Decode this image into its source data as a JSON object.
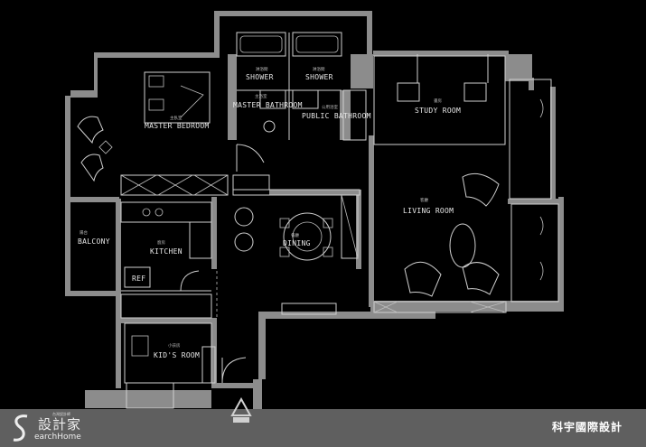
{
  "rooms": {
    "master_bedroom": "MASTER BEDROOM",
    "master_bathroom": "MASTER BATHROOM",
    "shower_1": "SHOWER",
    "shower_2": "SHOWER",
    "public_bathroom": "PUBLIC BATHROOM",
    "study_room": "STUDY ROOM",
    "living_room": "LIVING ROOM",
    "balcony": "BALCONY",
    "kitchen": "KITCHEN",
    "ref": "REF",
    "dining": "DINING",
    "kids_room": "KID'S ROOM"
  },
  "rooms_zh": {
    "master_bedroom": "主臥室",
    "master_bathroom": "主浴室",
    "shower_1": "淋浴間",
    "shower_2": "淋浴間",
    "public_bathroom": "公用浴室",
    "study_room": "書房",
    "living_room": "客廳",
    "balcony": "陽台",
    "kitchen": "廚房",
    "dining": "餐廳",
    "kids_room": "小孩房"
  },
  "footer": {
    "logo_text": "設計家",
    "logo_sub": "earchHome",
    "logo_letter": "S",
    "logo_tiny": "台灣設計師",
    "company": "科宇國際設計"
  },
  "colors": {
    "background": "#000000",
    "walls": "#8c8c8c",
    "lines": "#cfcfcf",
    "footer": "#5f5f5f"
  }
}
